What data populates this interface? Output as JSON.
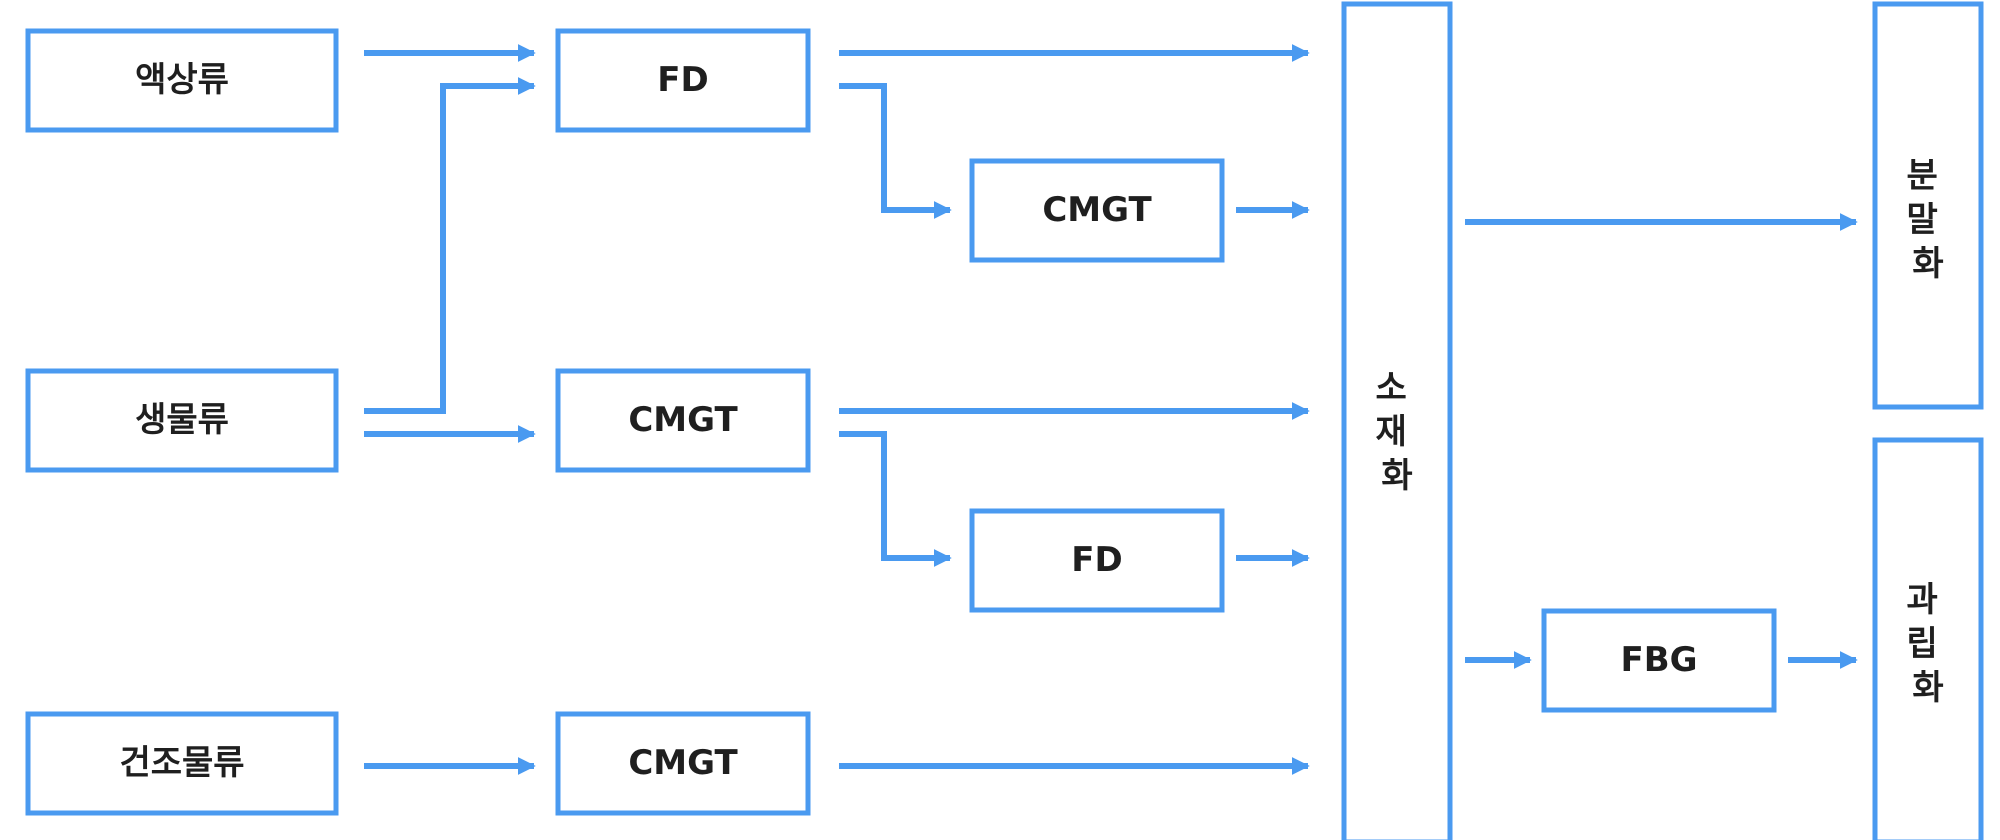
{
  "colors": {
    "stroke": "#4a9af0",
    "text": "#1f1f1f",
    "background": "#ffffff"
  },
  "inputs": {
    "liquid": "액상류",
    "biological": "생물류",
    "dried": "건조물류"
  },
  "processes": {
    "fd_top": "FD",
    "cmgt_top": "CMGT",
    "cmgt_mid": "CMGT",
    "fd_mid": "FD",
    "cmgt_bottom": "CMGT",
    "fbg": "FBG"
  },
  "stages": {
    "materialization": "소재화",
    "powdering": "분말화",
    "granulation": "과립화"
  }
}
